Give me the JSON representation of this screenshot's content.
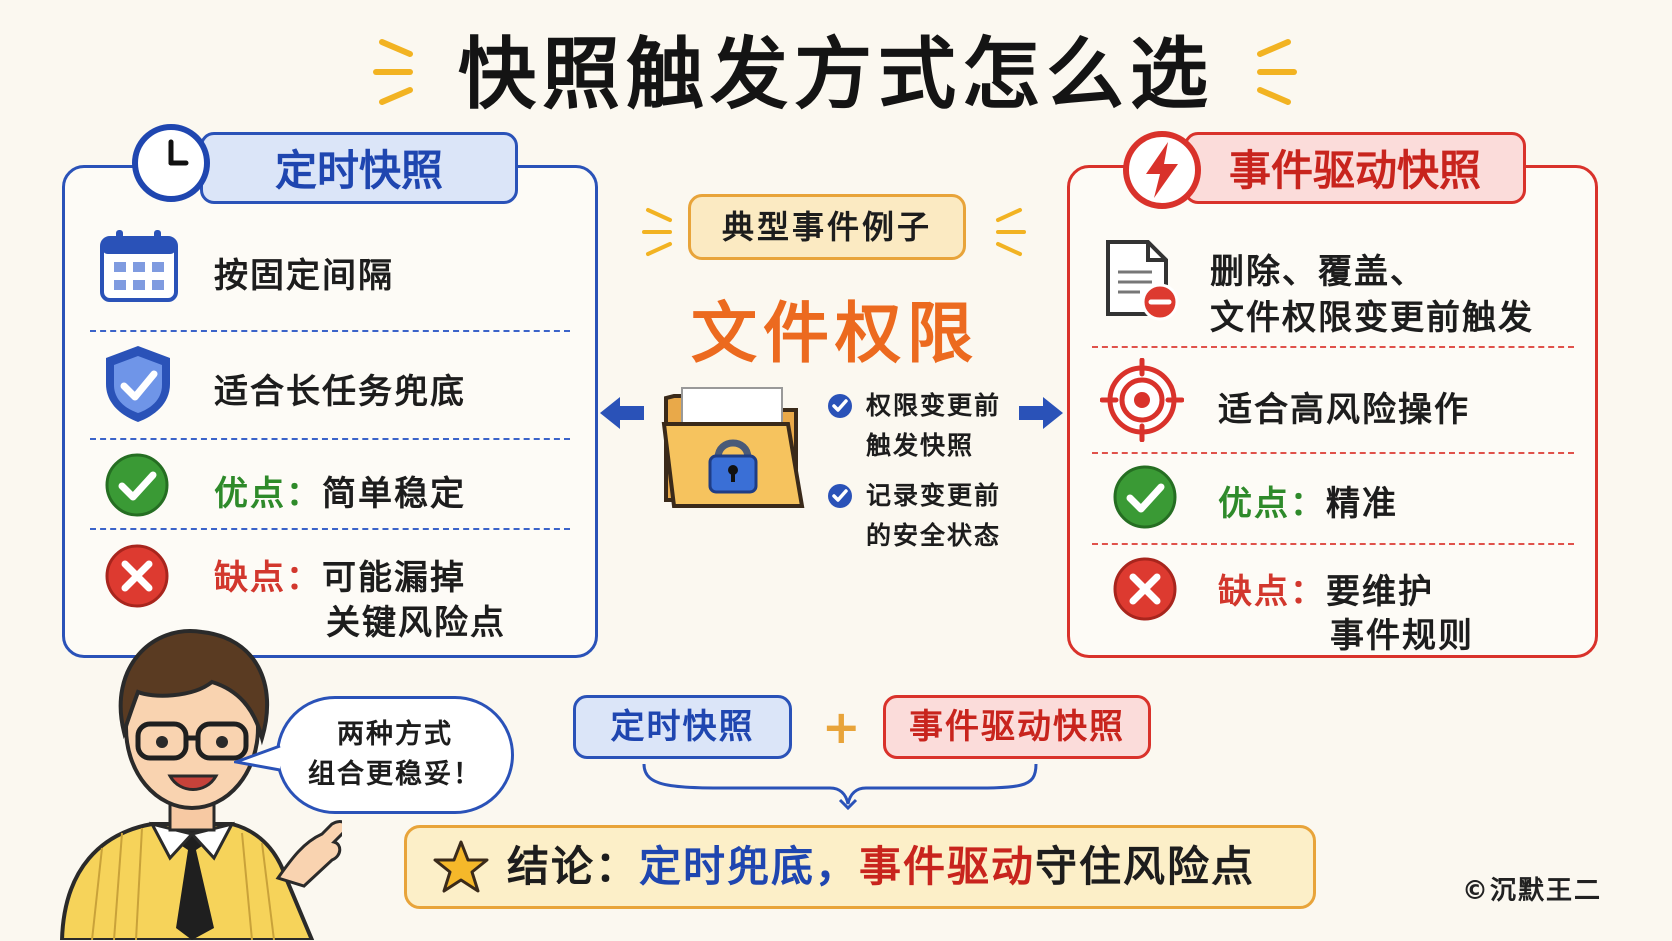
{
  "title": "快照触发方式怎么选",
  "left_panel": {
    "tab_label": "定时快照",
    "rows": [
      "按固定间隔",
      "适合长任务兜底"
    ],
    "pro_label": "优点：",
    "pro_text": "简单稳定",
    "con_label": "缺点：",
    "con_text_1": "可能漏掉",
    "con_text_2": "关键风险点"
  },
  "right_panel": {
    "tab_label": "事件驱动快照",
    "row1_line1": "删除、覆盖、",
    "row1_line2": "文件权限变更前触发",
    "row2": "适合高风险操作",
    "pro_label": "优点：",
    "pro_text": "精准",
    "con_label": "缺点：",
    "con_text_1": "要维护",
    "con_text_2": "事件规则"
  },
  "middle": {
    "event_label": "典型事件例子",
    "highlight": "文件权限",
    "item1_line1": "权限变更前",
    "item1_line2": "触发快照",
    "item2_line1": "记录变更前",
    "item2_line2": "的安全状态"
  },
  "bottom": {
    "pill_left": "定时快照",
    "plus": "+",
    "pill_right": "事件驱动快照",
    "conclusion_prefix": "结论：",
    "conclusion_blue": "定时兜底，",
    "conclusion_red": "事件驱动",
    "conclusion_suffix": "守住风险点"
  },
  "speech": {
    "line1": "两种方式",
    "line2": "组合更稳妥！"
  },
  "copyright": "©沉默王二",
  "colors": {
    "blue": "#2a52b8",
    "red": "#d9322b",
    "orange": "#ec6a1f",
    "yellow": "#e8a43a",
    "green": "#2e8a2a"
  }
}
